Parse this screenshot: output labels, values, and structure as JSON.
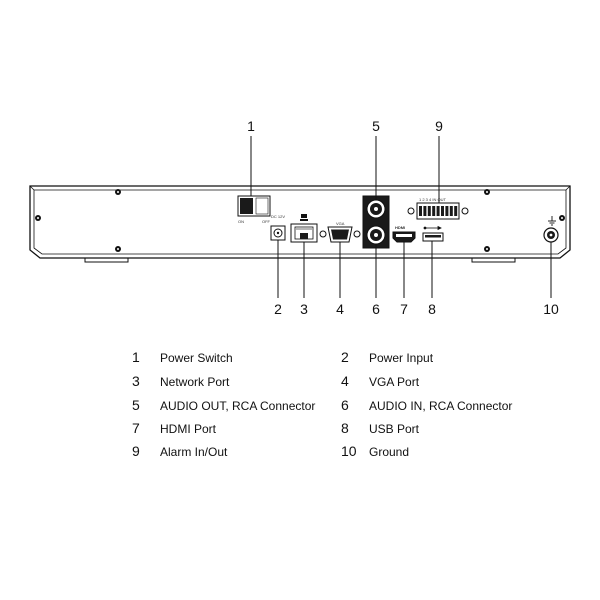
{
  "callouts": {
    "c1": "1",
    "c2": "2",
    "c3": "3",
    "c4": "4",
    "c5": "5",
    "c6": "6",
    "c7": "7",
    "c8": "8",
    "c9": "9",
    "c10": "10"
  },
  "panel_labels": {
    "power_on": "ON",
    "power_off": "OFF",
    "dc_input": "DC 12V",
    "vga": "VGA",
    "hdmi": "HDMI",
    "alarm_pins": "1 2 3 4 IN OUT"
  },
  "legend": [
    {
      "num": "1",
      "label": "Power Switch"
    },
    {
      "num": "2",
      "label": "Power Input"
    },
    {
      "num": "3",
      "label": "Network Port"
    },
    {
      "num": "4",
      "label": "VGA Port"
    },
    {
      "num": "5",
      "label": "AUDIO OUT, RCA Connector"
    },
    {
      "num": "6",
      "label": "AUDIO IN, RCA Connector"
    },
    {
      "num": "7",
      "label": "HDMI Port"
    },
    {
      "num": "8",
      "label": "USB Port"
    },
    {
      "num": "9",
      "label": "Alarm In/Out"
    },
    {
      "num": "10",
      "label": "Ground"
    }
  ],
  "icons": [
    "network-icon",
    "usb-icon",
    "ground-icon",
    "screw-icon"
  ],
  "colors": {
    "line": "#111111",
    "port_fill": "#1a1a1a",
    "panel_fill": "#ffffff"
  }
}
